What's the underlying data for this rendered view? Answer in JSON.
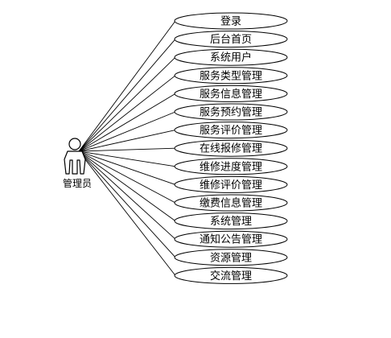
{
  "actor": {
    "label": "管理员"
  },
  "use_cases": [
    {
      "label": "登录"
    },
    {
      "label": "后台首页"
    },
    {
      "label": "系统用户"
    },
    {
      "label": "服务类型管理"
    },
    {
      "label": "服务信息管理"
    },
    {
      "label": "服务预约管理"
    },
    {
      "label": "服务评价管理"
    },
    {
      "label": "在线报修管理"
    },
    {
      "label": "维修进度管理"
    },
    {
      "label": "维修评价管理"
    },
    {
      "label": "缴费信息管理"
    },
    {
      "label": "系统管理"
    },
    {
      "label": "通知公告管理"
    },
    {
      "label": "资源管理"
    },
    {
      "label": "交流管理"
    }
  ]
}
